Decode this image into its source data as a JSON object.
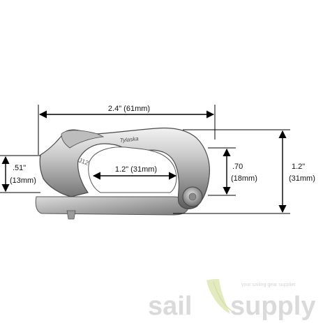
{
  "product": {
    "engraving_brand": "Tylaska",
    "engraving_code": "J12"
  },
  "dimensions": {
    "overall_length": "2.4\" (61mm)",
    "opening_width": "1.2\" (31mm)",
    "left_height_in": ".51\"",
    "left_height_mm": "(13mm)",
    "inner_height_in": ".70",
    "inner_height_mm": "(18mm)",
    "overall_height_in": "1.2\"",
    "overall_height_mm": "(31mm)"
  },
  "watermark": {
    "word_a": "sail",
    "word_b": "supply",
    "tagline": "your sailing gear supplier"
  },
  "colors": {
    "metal_light": "#e4e4e4",
    "metal_mid": "#a8a8a8",
    "metal_dark": "#5a5a5a",
    "arrow": "#000000",
    "logo_grey": "#d6d6d6",
    "logo_green": "#dfe8b8"
  }
}
